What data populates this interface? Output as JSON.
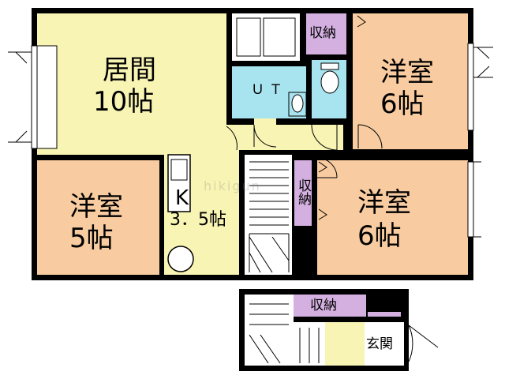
{
  "rooms": {
    "living": {
      "name": "居間",
      "size": "10帖",
      "color": "#f8f4b4"
    },
    "western_ne": {
      "name": "洋室",
      "size": "6帖",
      "color": "#f8cca0"
    },
    "western_w": {
      "name": "洋室",
      "size": "5帖",
      "color": "#f8cca0"
    },
    "western_e": {
      "name": "洋室",
      "size": "6帖",
      "color": "#f8cca0"
    },
    "kitchen": {
      "name": "K",
      "size": "3．5帖"
    },
    "utility": {
      "name": "ＵＴ",
      "color": "#a8e4f0"
    },
    "storage_label": "収納",
    "storage_color": "#d4b0e0",
    "entrance": {
      "name": "玄関"
    }
  },
  "watermark": "hikigun"
}
